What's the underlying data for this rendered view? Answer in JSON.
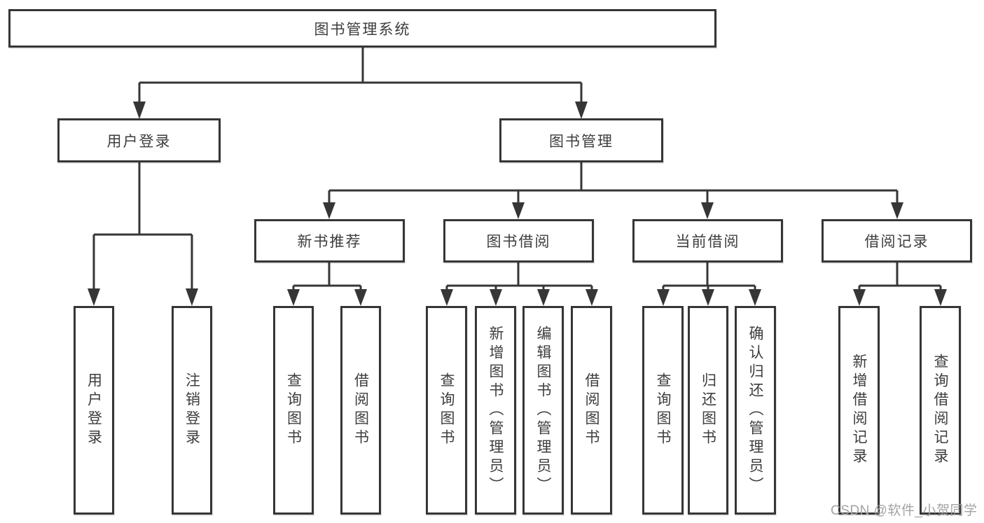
{
  "tree": {
    "label": "图书管理系统",
    "children": [
      {
        "label": "用户登录",
        "children": [
          {
            "label": "用户登录"
          },
          {
            "label": "注销登录"
          }
        ]
      },
      {
        "label": "图书管理",
        "children": [
          {
            "label": "新书推荐",
            "children": [
              {
                "label": "查询图书"
              },
              {
                "label": "借阅图书"
              }
            ]
          },
          {
            "label": "图书借阅",
            "children": [
              {
                "label": "查询图书"
              },
              {
                "label": "新增图书（管理员）"
              },
              {
                "label": "编辑图书（管理员）"
              },
              {
                "label": "借阅图书"
              }
            ]
          },
          {
            "label": "当前借阅",
            "children": [
              {
                "label": "查询图书"
              },
              {
                "label": "归还图书"
              },
              {
                "label": "确认归还（管理员）"
              }
            ]
          },
          {
            "label": "借阅记录",
            "children": [
              {
                "label": "新增借阅记录"
              },
              {
                "label": "查询借阅记录"
              }
            ]
          }
        ]
      }
    ]
  },
  "watermark": {
    "text": "CSDN @软件_小贺同学"
  },
  "colors": {
    "line": "#363636",
    "text": "#3d3d3d",
    "watermark": "#a3a3a3",
    "bg": "#ffffff"
  }
}
